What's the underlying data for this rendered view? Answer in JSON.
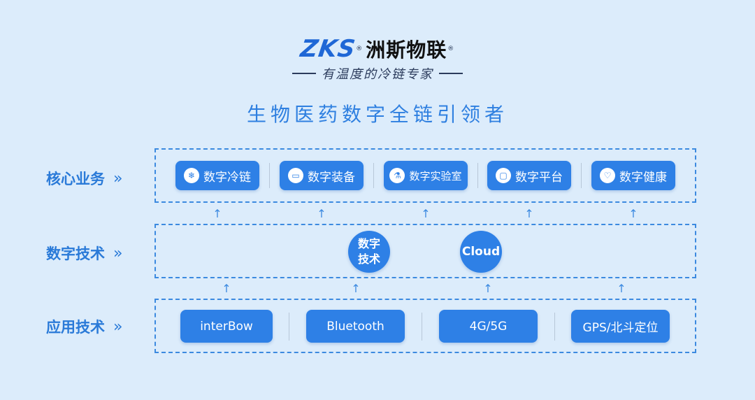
{
  "brand": {
    "logo": "ZKS",
    "reg_mark": "®",
    "name_cn": "洲斯物联",
    "slogan": "有温度的冷链专家"
  },
  "headline": "生物医药数字全链引领者",
  "rows": {
    "core": {
      "label": "核心业务",
      "chevron": "»"
    },
    "digital": {
      "label": "数字技术",
      "chevron": "»"
    },
    "application": {
      "label": "应用技术",
      "chevron": "»"
    }
  },
  "core_items": [
    {
      "label": "数字冷链",
      "icon": "snowflake-icon",
      "glyph": "❄"
    },
    {
      "label": "数字装备",
      "icon": "device-icon",
      "glyph": "▭"
    },
    {
      "label": "数字实验室",
      "icon": "flask-icon",
      "glyph": "⚗"
    },
    {
      "label": "数字平台",
      "icon": "monitor-icon",
      "glyph": "▢"
    },
    {
      "label": "数字健康",
      "icon": "heart-icon",
      "glyph": "♡"
    }
  ],
  "digital_items": [
    {
      "label": "数字\n技术"
    },
    {
      "label": "Cloud"
    }
  ],
  "app_items": [
    {
      "label": "interBow"
    },
    {
      "label": "Bluetooth"
    },
    {
      "label": "4G/5G"
    },
    {
      "label": "GPS/北斗定位"
    }
  ],
  "arrow_glyph": "↑",
  "colors": {
    "background": "#dcecfb",
    "accent": "#2e80e6",
    "label": "#2a7ad8",
    "headline": "#2e7fe0"
  }
}
